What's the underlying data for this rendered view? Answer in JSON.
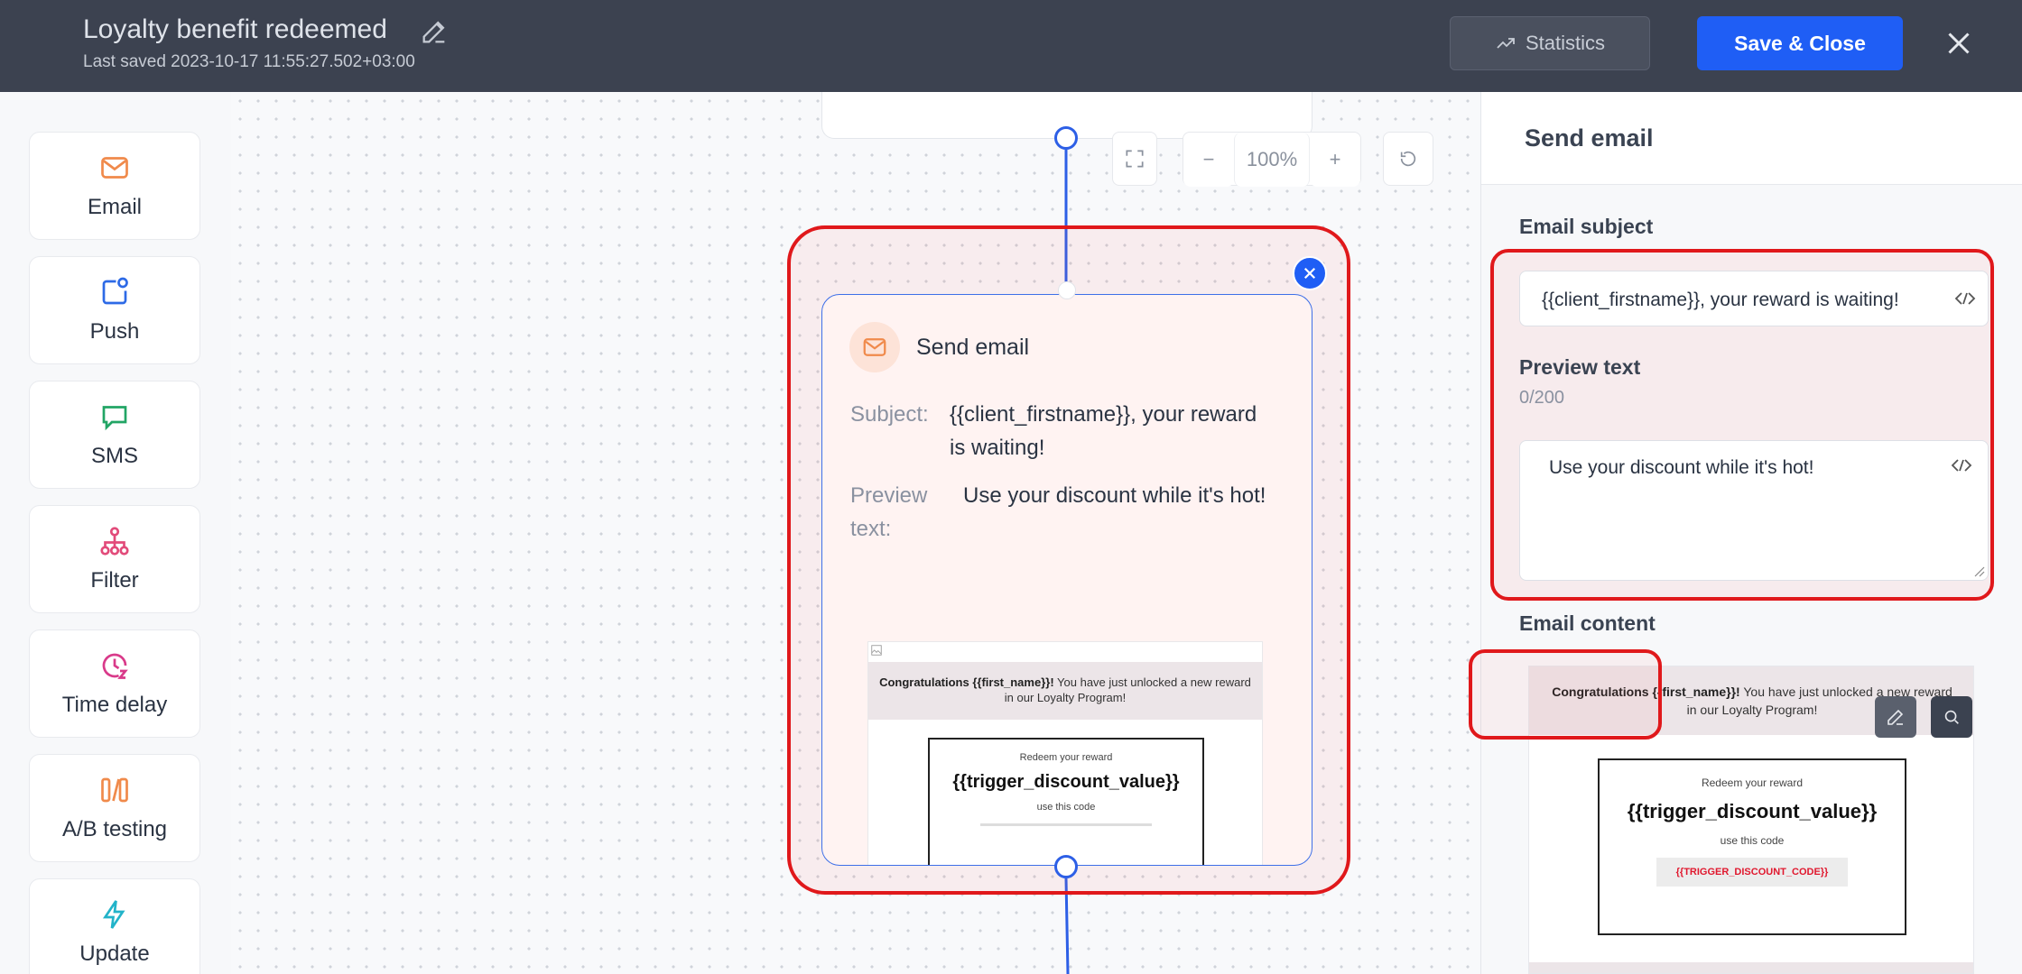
{
  "header": {
    "title": "Loyalty benefit redeemed",
    "last_saved": "Last saved 2023-10-17 11:55:27.502+03:00",
    "statistics_label": "Statistics",
    "save_close_label": "Save & Close"
  },
  "palette": {
    "items": [
      {
        "label": "Email",
        "icon": "email-icon"
      },
      {
        "label": "Push",
        "icon": "push-icon"
      },
      {
        "label": "SMS",
        "icon": "sms-icon"
      },
      {
        "label": "Filter",
        "icon": "filter-icon"
      },
      {
        "label": "Time delay",
        "icon": "time-delay-icon"
      },
      {
        "label": "A/B testing",
        "icon": "ab-testing-icon"
      },
      {
        "label": "Update",
        "icon": "update-icon"
      }
    ]
  },
  "canvas": {
    "zoom_minus": "−",
    "zoom_level": "100%",
    "zoom_plus": "+"
  },
  "node": {
    "title": "Send email",
    "subject_label": "Subject:",
    "subject_line1": "{{client_firstname}}, your reward",
    "subject_line2": "is waiting!",
    "preview_label_line1": "Preview",
    "preview_label_line2": "text:",
    "preview_value": "Use your discount while it's hot!"
  },
  "email_preview": {
    "headline_bold": "Congratulations {{first_name}}!",
    "headline_rest": " You have just unlocked a new reward",
    "headline_line2": "in our Loyalty Program!",
    "redeem": "Redeem your reward",
    "discount_value": "{{trigger_discount_value}}",
    "use_code": "use this code",
    "code": "{{TRIGGER_DISCOUNT_CODE}}"
  },
  "panel": {
    "title": "Send email",
    "subject_label": "Email subject",
    "subject_value": "{{client_firstname}}, your reward is waiting!",
    "preview_label": "Preview text",
    "preview_count": "0/200",
    "preview_value": "Use your discount while it's hot!",
    "content_label": "Email content"
  },
  "colors": {
    "header_bg": "#3c4250",
    "primary": "#1f5ef5",
    "highlight": "#e0181b",
    "email_icon": "#f08a4b",
    "push_icon": "#2d6ae6",
    "sms_icon": "#22a565",
    "filter_icon": "#e24b7a",
    "time_icon": "#d93a8a",
    "ab_icon": "#f08a4b",
    "update_icon": "#22b3c9"
  }
}
